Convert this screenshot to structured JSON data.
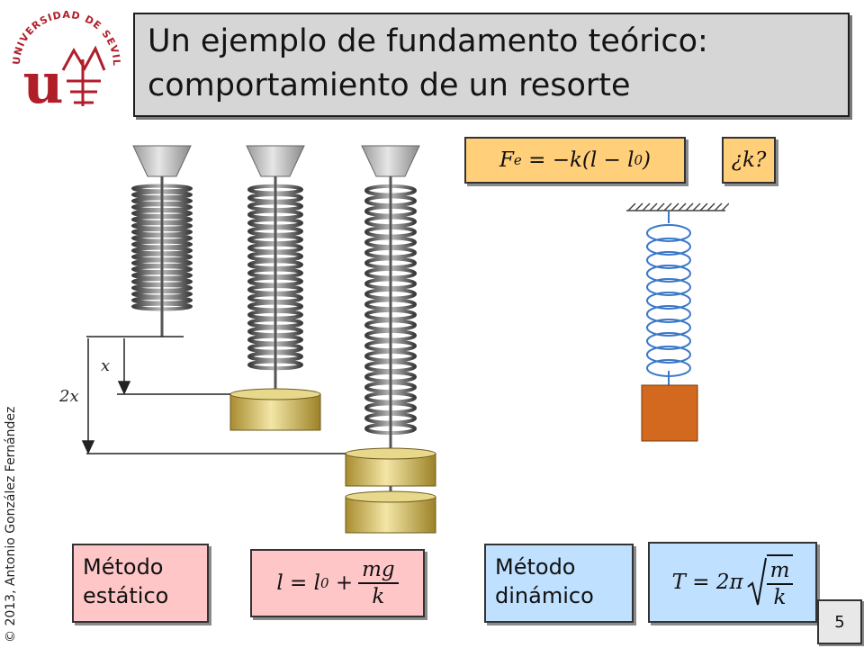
{
  "logo": {
    "ring_text": "UNIVERSIDAD DE SEVILLA",
    "monogram": "u"
  },
  "title": {
    "line1": "Un ejemplo de fundamento teórico:",
    "line2": "comportamiento de un resorte"
  },
  "formulas": {
    "hooke": {
      "lhs": "F",
      "sub": "e",
      "rhs": "= −k(l − l",
      "rhs_sub": "0",
      "rhs_end": ")"
    },
    "unknown": "¿k?",
    "static": {
      "lhs": "l = l",
      "sub": "0",
      "plus": "+",
      "num": "mg",
      "den": "k"
    },
    "dynamic": {
      "lhs": "T = 2π",
      "num": "m",
      "den": "k"
    }
  },
  "labels": {
    "static_line1": "Método",
    "static_line2": "estático",
    "dynamic_line1": "Método",
    "dynamic_line2": "dinámico"
  },
  "diagram": {
    "x_label": "x",
    "two_x_label": "2x"
  },
  "copyright": "© 2013, Antonio González Fernández",
  "page_number": "5",
  "colors": {
    "orange_box": "#ffcf7a",
    "pink_box": "#ffc6c8",
    "blue_box": "#bfe0ff",
    "block": "#d2691e",
    "coil_blue": "#3a78c8",
    "weight_gold": "#d9c26a"
  }
}
